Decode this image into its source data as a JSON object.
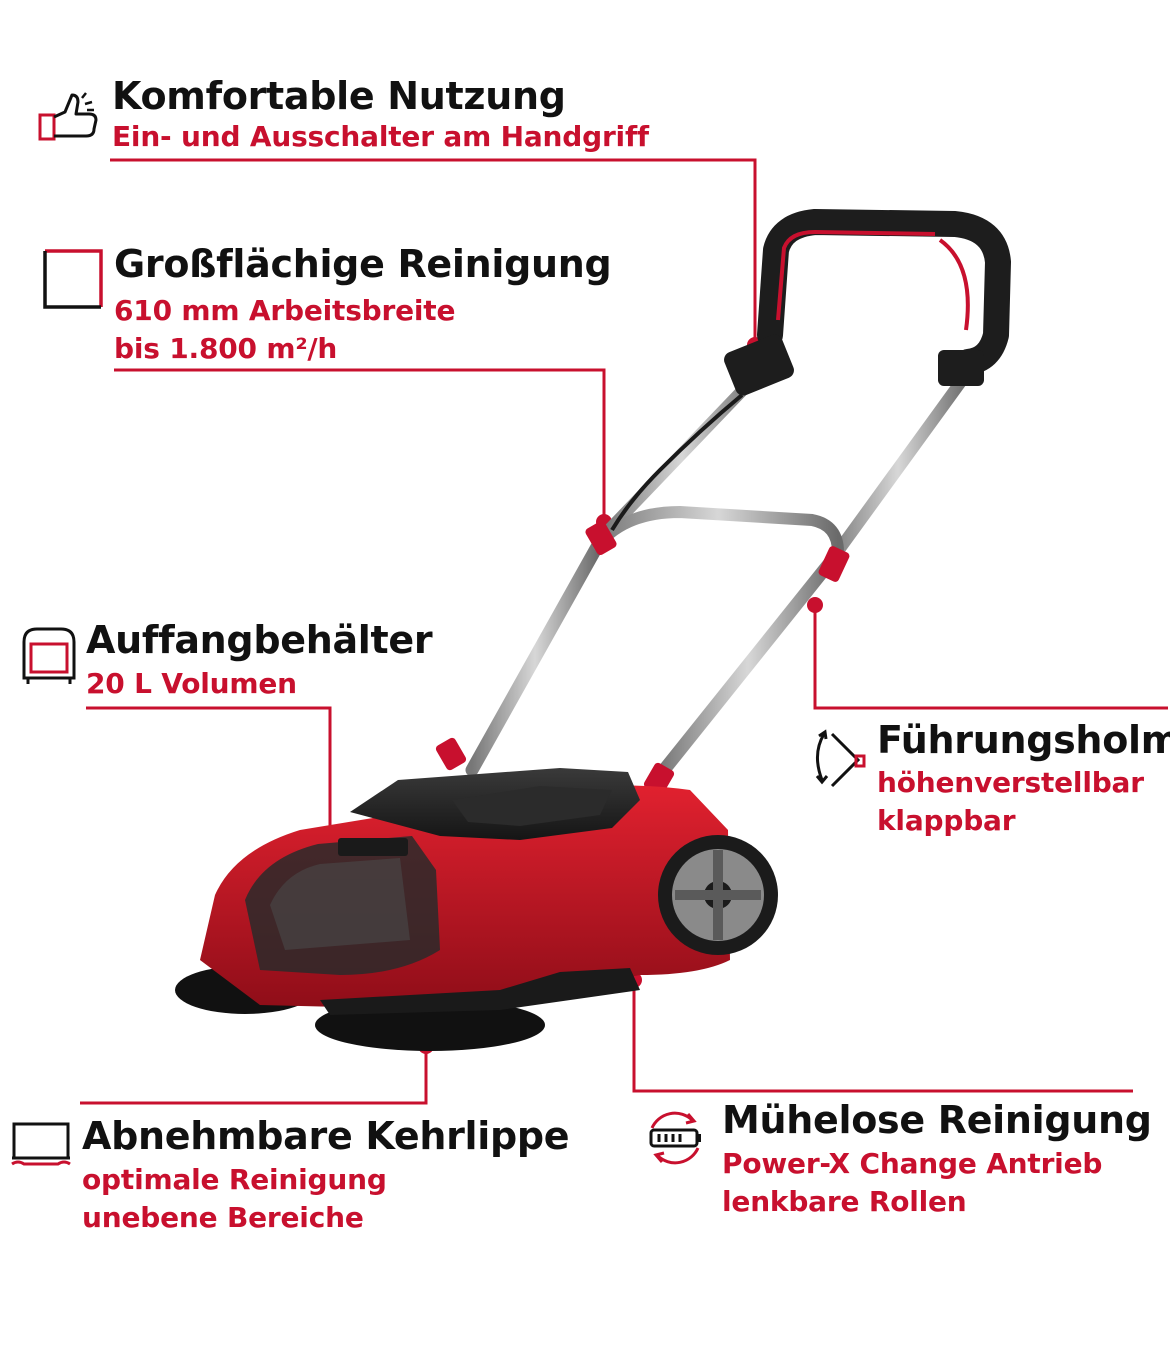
{
  "colors": {
    "accent": "#c8102e",
    "text": "#111111",
    "background": "#ffffff"
  },
  "features": {
    "comfort": {
      "icon": "thumbs-up-icon",
      "title": "Komfortable Nutzung",
      "lines": [
        "Ein- und Ausschalter am Handgriff"
      ]
    },
    "area": {
      "icon": "square-area-icon",
      "title": "Großflächige Reinigung",
      "lines": [
        "610 mm Arbeitsbreite",
        "bis 1.800 m²/h"
      ]
    },
    "container": {
      "icon": "container-icon",
      "title": "Auffangbehälter",
      "lines": [
        "20 L Volumen"
      ]
    },
    "handle": {
      "icon": "adjust-handle-icon",
      "title": "Führungsholm",
      "lines": [
        "höhenverstellbar",
        "klappbar"
      ]
    },
    "lip": {
      "icon": "sweeping-lip-icon",
      "title": "Abnehmbare Kehrlippe",
      "lines": [
        "optimale Reinigung",
        "unebene Bereiche"
      ]
    },
    "effortless": {
      "icon": "battery-cycle-icon",
      "title": "Mühelose Reinigung",
      "lines": [
        "Power-X Change Antrieb",
        "lenkbare Rollen"
      ]
    }
  }
}
